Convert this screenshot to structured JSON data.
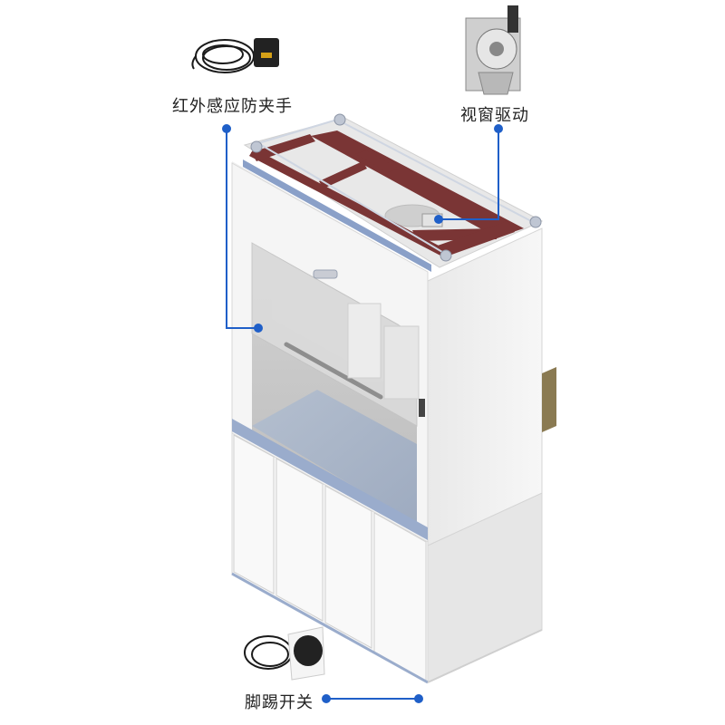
{
  "callouts": {
    "ir_sensor_clamp": "红外感应防夹手",
    "window_drive": "视窗驱动",
    "foot_switch": "脚踢开关"
  },
  "colors": {
    "leader": "#1f5fc8",
    "frame": "#7a3535",
    "cabinet": "#f4f4f4",
    "accent_bar": "#8aa0c8"
  }
}
